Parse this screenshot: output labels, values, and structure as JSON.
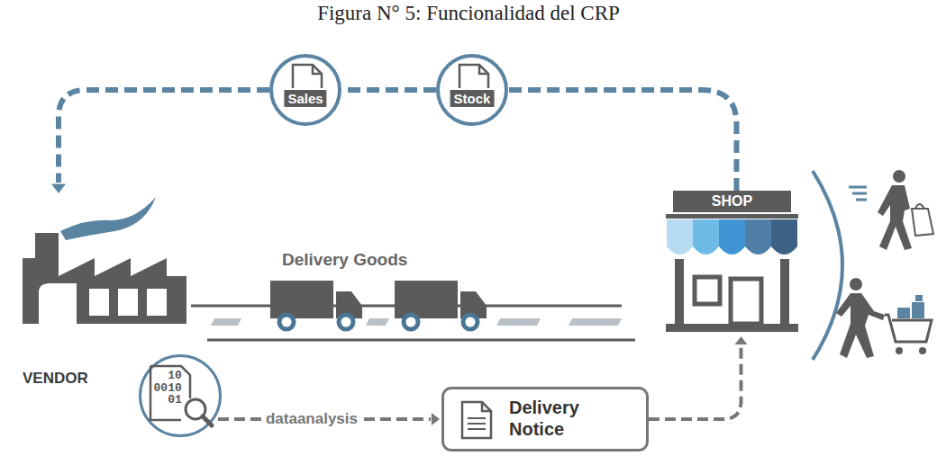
{
  "diagram": {
    "title": "Figura N° 5: Funcionalidad del CRP",
    "nodes": [
      {
        "text": [
          "Sales"
        ]
      },
      {
        "text": [
          "Stock"
        ]
      },
      {
        "text": [
          "VENDOR"
        ]
      },
      {
        "text": [
          "10 0010 01"
        ]
      },
      {
        "text": [
          "Delivery Notice"
        ]
      },
      {
        "text": [
          "SHOP"
        ]
      }
    ],
    "edges": [
      {
        "from": 5,
        "to": 1,
        "arrow": "none"
      },
      {
        "from": 1,
        "to": 0,
        "arrow": "none"
      },
      {
        "from": 0,
        "to": 2,
        "arrow": "to"
      },
      {
        "from": 3,
        "to": 4,
        "label": "dataanalysis",
        "arrow": "to"
      },
      {
        "from": 4,
        "to": 5,
        "arrow": "to"
      }
    ],
    "labels": [
      "Delivery Goods"
    ]
  }
}
